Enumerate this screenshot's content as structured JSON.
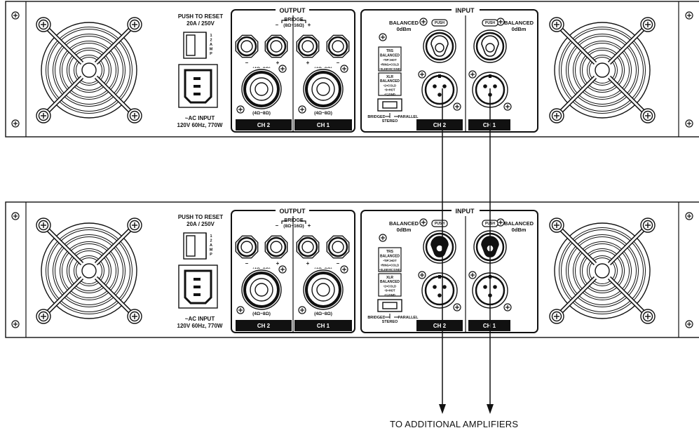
{
  "units": [
    {
      "id": "amp-top",
      "reset": {
        "title": "PUSH TO RESET",
        "rating": "20A / 250V",
        "breaker_letters": [
          "1",
          "2",
          "A",
          "M",
          "P"
        ]
      },
      "ac_input": {
        "label": "~AC INPUT",
        "spec": "120V 60Hz, 770W"
      },
      "output": {
        "title": "OUTPUT",
        "bridge_label": "BRIDGE",
        "bridge_impedance": "(8Ω~16Ω)",
        "bridge_plus": "+",
        "bridge_minus": "–",
        "binding_impedance": "(4Ω~8Ω)",
        "speakon_impedance": "(4Ω~8Ω)",
        "ch2": "CH 2",
        "ch1": "CH 1"
      },
      "input": {
        "title": "INPUT",
        "balanced": "BALANCED",
        "level": "0dBm",
        "push": "PUSH",
        "trs_box": [
          "TRS",
          "BALANCED",
          "•TIP=HOT",
          "•RING=COLD",
          "•SLEEVE=GND"
        ],
        "xlr_box": [
          "XLR",
          "BALANCED",
          "•2=COLD",
          "•3=HOT",
          "•1=GND"
        ],
        "mode_bridged": "BRIDGED",
        "mode_parallel": "PARALLEL",
        "mode_stereo": "STEREO",
        "ch2": "CH 2",
        "ch1": "CH 1"
      }
    },
    {
      "id": "amp-bottom",
      "reset": {
        "title": "PUSH TO RESET",
        "rating": "20A / 250V",
        "breaker_letters": [
          "1",
          "2",
          "A",
          "M",
          "P"
        ]
      },
      "ac_input": {
        "label": "~AC INPUT",
        "spec": "120V 60Hz, 770W"
      },
      "output": {
        "title": "OUTPUT",
        "bridge_label": "BRIDGE",
        "bridge_impedance": "(8Ω~16Ω)",
        "bridge_plus": "+",
        "bridge_minus": "–",
        "binding_impedance": "(4Ω~8Ω)",
        "speakon_impedance": "(4Ω~8Ω)",
        "ch2": "CH 2",
        "ch1": "CH 1"
      },
      "input": {
        "title": "INPUT",
        "balanced": "BALANCED",
        "level": "0dBm",
        "push": "PUSH",
        "trs_box": [
          "TRS",
          "BALANCED",
          "•TIP=HOT",
          "•RING=COLD",
          "•SLEEVE=GND"
        ],
        "xlr_box": [
          "XLR",
          "BALANCED",
          "•2=COLD",
          "•3=HOT",
          "•1=GND"
        ],
        "mode_bridged": "BRIDGED",
        "mode_parallel": "PARALLEL",
        "mode_stereo": "STEREO",
        "ch2": "CH 2",
        "ch1": "CH 1"
      }
    }
  ],
  "footer": {
    "caption": "TO ADDITIONAL AMPLIFIERS"
  }
}
